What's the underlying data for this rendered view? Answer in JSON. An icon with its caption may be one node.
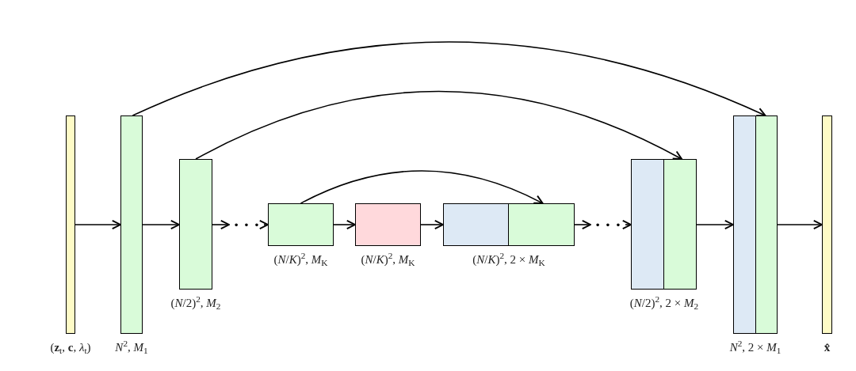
{
  "diagram": {
    "nodes": [
      {
        "text": [],
        "shape": "box",
        "beside": [
          "(**z**$_{t}$, **c**, *λ*$_{t}$)"
        ]
      },
      {
        "text": [],
        "shape": "box",
        "beside": [
          "*N*$^{2}$, *M*$_{1}$"
        ]
      },
      {
        "text": [],
        "shape": "box",
        "beside": [
          "(*N*/2)$^{2}$, *M*$_{2}$"
        ]
      },
      {
        "text": [],
        "shape": "box",
        "beside": [
          "(*N*/*K*)$^{2}$, *M*$_{K}$"
        ]
      },
      {
        "text": [],
        "shape": "box",
        "beside": [
          "(*N*/*K*)$^{2}$, *M*$_{K}$"
        ]
      },
      {
        "text": [],
        "shape": "box",
        "beside": [
          "(*N*/*K*)$^{2}$, 2 × *M*$_{K}$"
        ]
      },
      {
        "text": [],
        "shape": "box"
      },
      {
        "text": [],
        "shape": "box",
        "beside": [
          "(*N*/2)$^{2}$, 2 × *M*$_{2}$"
        ]
      },
      {
        "text": [],
        "shape": "box"
      },
      {
        "text": [],
        "shape": "box",
        "beside": [
          "*N*$^{2}$, 2 × *M*$_{1}$"
        ]
      },
      {
        "text": [],
        "shape": "box"
      },
      {
        "text": [],
        "shape": "box",
        "beside": [
          "**x̂**"
        ]
      },
      {
        "text": [
          "· · ·"
        ]
      },
      {
        "text": [
          "· · ·"
        ]
      }
    ],
    "edges": [
      {
        "from": 0,
        "to": 1,
        "arrow": "to"
      },
      {
        "from": 1,
        "to": 2,
        "arrow": "to"
      },
      {
        "from": 2,
        "to": 12,
        "arrow": "to"
      },
      {
        "from": 12,
        "to": 3,
        "arrow": "to"
      },
      {
        "from": 3,
        "to": 4,
        "arrow": "to"
      },
      {
        "from": 4,
        "to": 5,
        "arrow": "to"
      },
      {
        "from": 6,
        "to": 13,
        "arrow": "to"
      },
      {
        "from": 13,
        "to": 7,
        "arrow": "to"
      },
      {
        "from": 8,
        "to": 9,
        "arrow": "to"
      },
      {
        "from": 10,
        "to": 11,
        "arrow": "to"
      },
      {
        "from": 1,
        "to": 10,
        "arrow": "to"
      },
      {
        "from": 2,
        "to": 8,
        "arrow": "to"
      },
      {
        "from": 3,
        "to": 6,
        "arrow": "to"
      }
    ]
  }
}
